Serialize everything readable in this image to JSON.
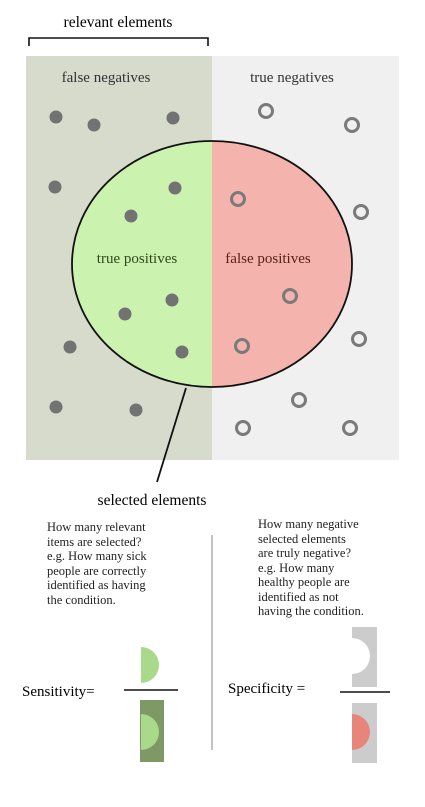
{
  "labels": {
    "relevant_elements": "relevant elements",
    "false_negatives": "false negatives",
    "true_negatives": "true negatives",
    "true_positives": "true positives",
    "false_positives": "false positives",
    "selected_elements": "selected elements",
    "sensitivity": "Sensitivity=",
    "specificity": "Specificity ="
  },
  "questions": {
    "sensitivity_lines": [
      "How many relevant",
      "items are selected?",
      "e.g. How many sick",
      "people are correctly",
      "identified as having",
      "the condition."
    ],
    "specificity_lines": [
      "How many negative",
      "selected elements",
      "are truly negative?",
      "e.g. How many",
      "healthy people are",
      "identified as not",
      "having the condition."
    ]
  },
  "colors": {
    "relevant_bg": "#d6dbcc",
    "negative_bg": "#f0f0f0",
    "true_positive": "#ccf2b0",
    "false_positive": "#f4b4ad",
    "dot": "#727272",
    "ring": "#7a7a7a",
    "sens_num_half": "#a9d98a",
    "sens_den_bg": "#7f9966",
    "spec_bar": "#cccccc",
    "spec_den_half": "#e8857a"
  },
  "icons": [
    "filled-dot-icon",
    "hollow-ring-icon"
  ]
}
